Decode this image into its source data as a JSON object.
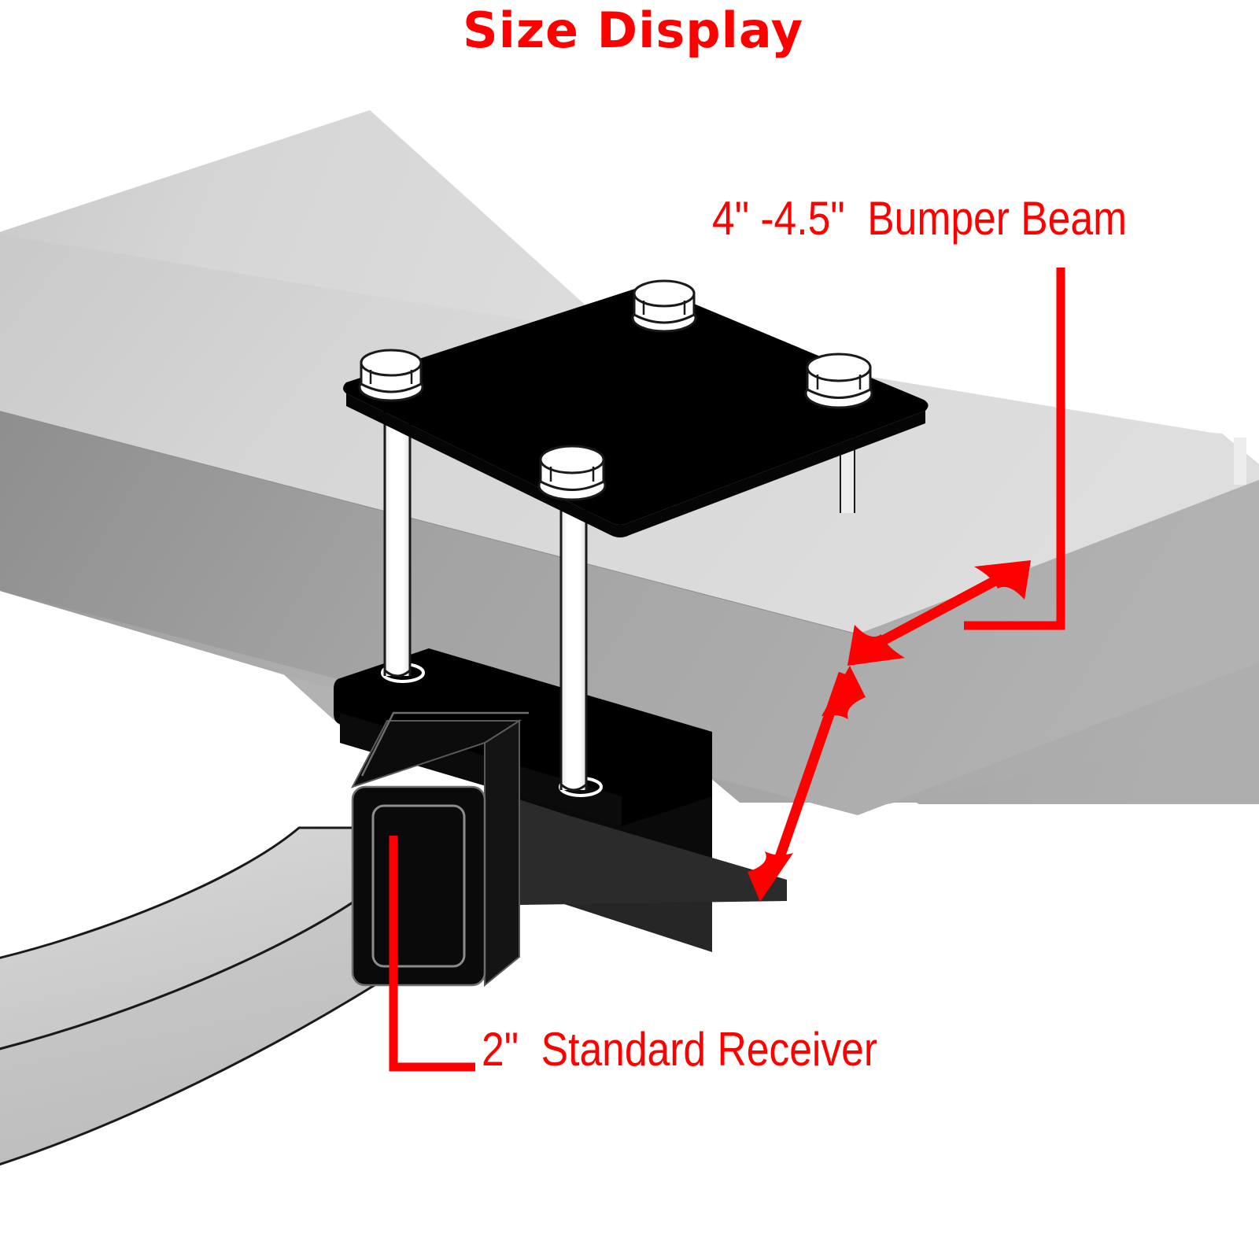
{
  "figure": {
    "title": "Size Display",
    "type": "isometric-technical-illustration",
    "subject": "trailer hitch bumper-beam mounting bracket with 2 inch receiver",
    "background_color": "#FFFFFF",
    "annotation_color": "#FF0000"
  },
  "annotations": {
    "beam_label": "4\" -4.5\"  Bumper Beam",
    "receiver_label": "2\"  Standard Receiver"
  },
  "colors": {
    "red": "#FF0000",
    "plate_black": "#000000",
    "bracket_dark": "#262626",
    "beam_top": "#D2D2D2",
    "beam_front": "#9D9D9D",
    "beam_top_light": "#DCDCDC",
    "towbar_fill": "#CFCFCF",
    "bolt_white": "#FFFFFF",
    "outline": "#1A1A1A"
  },
  "parts": {
    "bumper_beam": "gray rectangular beam running diagonally",
    "top_plate": "black mounting plate with four bolts",
    "bolts": [
      "bolt-rear",
      "bolt-left",
      "bolt-front",
      "bolt-right"
    ],
    "threaded_rods": [
      "rod-left",
      "rod-right"
    ],
    "lower_plate": "black lower clamp plate",
    "receiver_tube": "2 inch square receiver tube",
    "tow_bar": "light gray tow bar / drawbar"
  },
  "measurements": [
    {
      "name": "beam-height-arrow",
      "label": "4\" -4.5\"",
      "kind": "double-headed-arrow"
    },
    {
      "name": "beam-depth-arrow",
      "label": "4\" -4.5\"",
      "kind": "double-headed-arrow"
    },
    {
      "name": "receiver-size-leader",
      "label": "2\"",
      "kind": "leader-line"
    }
  ]
}
